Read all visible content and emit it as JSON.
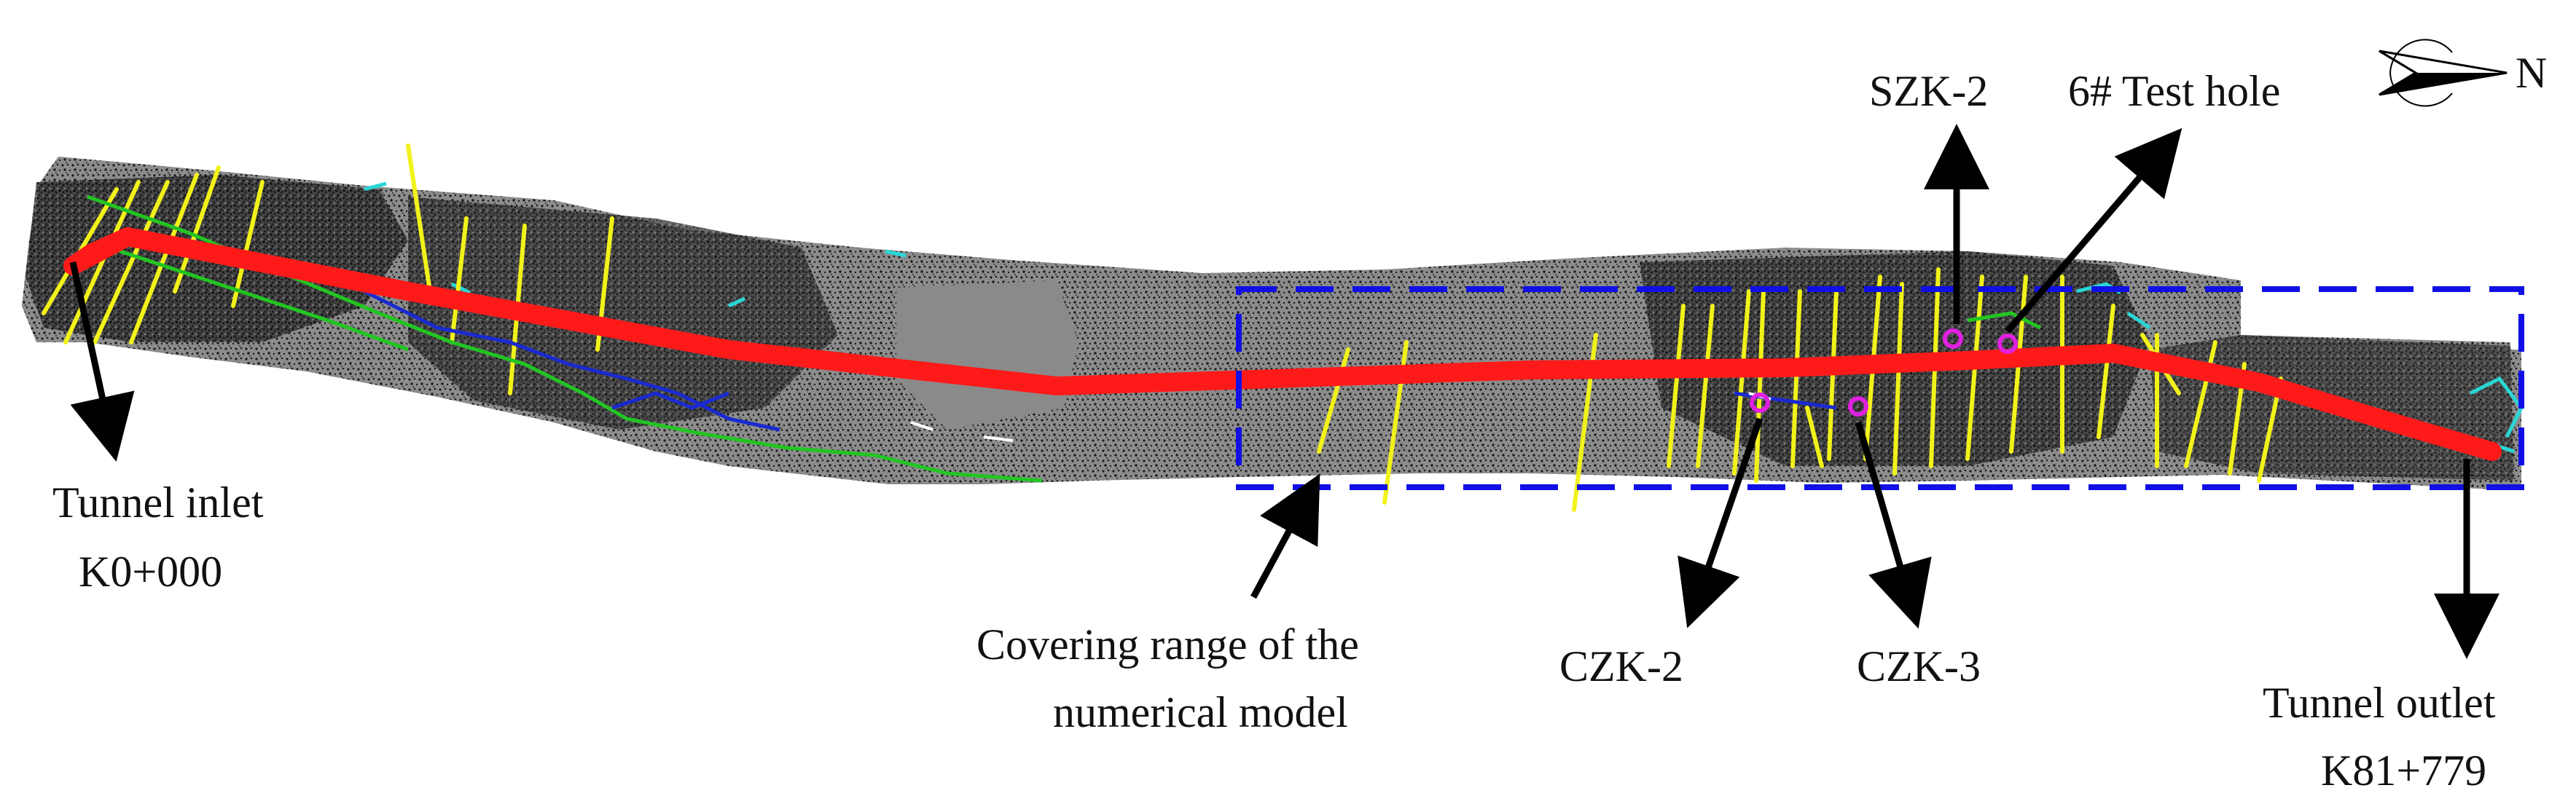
{
  "labels": {
    "tunnel_inlet": "Tunnel inlet",
    "tunnel_inlet_mileage": "K0+000",
    "tunnel_outlet": "Tunnel outlet",
    "tunnel_outlet_mileage": "K81+779",
    "model_range_line1": "Covering range of the",
    "model_range_line2": "numerical model",
    "szk2": "SZK-2",
    "test_hole": "6# Test hole",
    "czk2": "CZK-2",
    "czk3": "CZK-3",
    "north": "N"
  },
  "icons": {
    "north_arrow": "north-arrow-icon"
  },
  "colors": {
    "terrain_fill": "#8c8c8c",
    "terrain_speckle": "#1a1a1a",
    "tunnel_line": "#ff1a1a",
    "fault_lines": "#f2f21a",
    "river_green": "#22c522",
    "river_blue": "#1a2ad0",
    "cyan_marks": "#2ad6d6",
    "model_boundary": "#1010e6",
    "borehole_marker": "#e020e0",
    "annotation_arrow": "#000000"
  }
}
